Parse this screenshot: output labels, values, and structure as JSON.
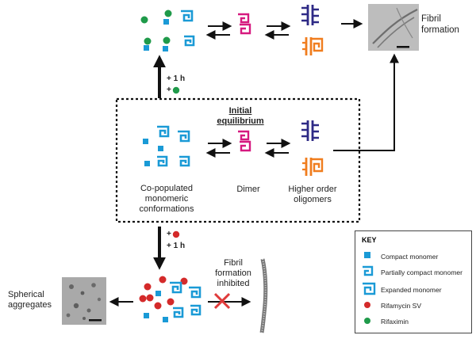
{
  "title": "Initial equilibrium",
  "states": {
    "monomers": "Co-populated\nmonomeric\nconformations",
    "dimer": "Dimer",
    "oligomers": "Higher order\noligomers"
  },
  "outcomes": {
    "fibril_top": "Fibril\nformation",
    "fibril_inhibited": "Fibril\nformation\ninhibited",
    "spherical": "Spherical\naggregates"
  },
  "conditions": {
    "up_time": "+ 1 h",
    "up_drug": "+",
    "down_drug": "+",
    "down_time": "+ 1 h"
  },
  "key": {
    "title": "KEY",
    "items": [
      {
        "icon": "compact-monomer-icon",
        "label": "Compact monomer"
      },
      {
        "icon": "partially-compact-monomer-icon",
        "label": "Partially compact monomer"
      },
      {
        "icon": "expanded-monomer-icon",
        "label": "Expanded monomer"
      },
      {
        "icon": "rifamycin-sv-icon",
        "label": "Rifamycin SV"
      },
      {
        "icon": "rifaximin-icon",
        "label": "Rifaximin"
      }
    ]
  },
  "colors": {
    "monomer": "#1a9ad6",
    "dimer": "#d6197f",
    "oligomer_purple": "#2e2a86",
    "oligomer_orange": "#f07d1e",
    "rifamycin": "#d42a2a",
    "rifaximin": "#1f9a4a",
    "inhibit_cross": "#e03a3a"
  }
}
